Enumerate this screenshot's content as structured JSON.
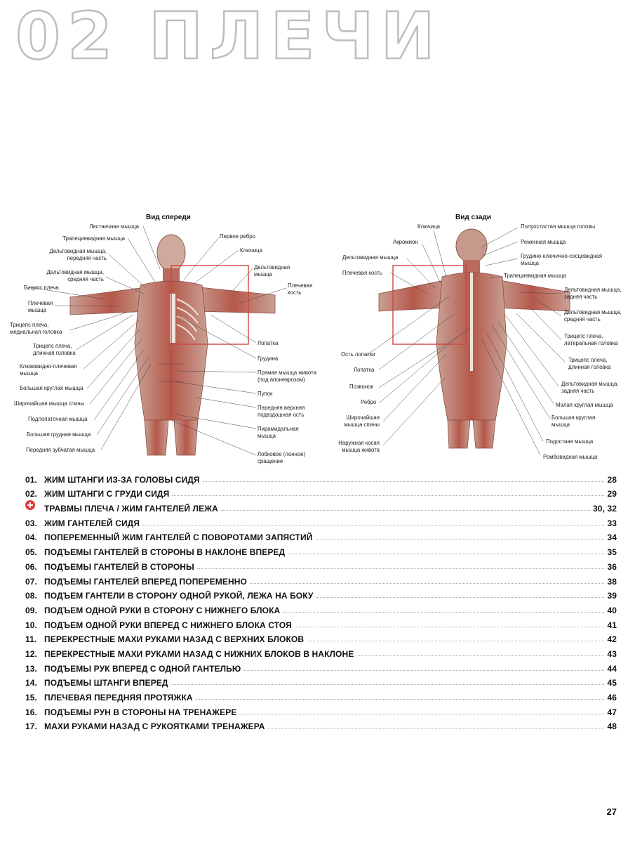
{
  "header": {
    "title": "02 ПЛЕЧИ"
  },
  "front": {
    "heading": "Вид спереди",
    "labels_left": [
      "Лестничная мышца",
      "Трапециевидная мышца",
      "Дельтовидная мышца,\nпередняя часть",
      "Дельтовидная мышца,\nсредняя часть",
      "Бицепс плеча",
      "Плечевая\nмышца",
      "Трицепс плеча,\nмедиальная головка",
      "Трицепс плеча,\nдлинная головка",
      "Клювовидно-плечевая\nмышца",
      "Большая круглая мышца",
      "Широчайшая мышца спины",
      "Подлопаточная мышца",
      "Большая грудная мышца",
      "Передняя зубчатая мышца"
    ],
    "labels_right": [
      "Первое ребро",
      "Ключица",
      "Дельтовидная\nмышца",
      "Плечевая\nкость",
      "Лопатка",
      "Грудина",
      "Прямая мышца живота\n(под апоневрозом)",
      "Пупок",
      "Передняя верхняя\nподвздошная ость",
      "Пирамидальная\nмышца",
      "Лобковое (лонное)\nсращение"
    ]
  },
  "back": {
    "heading": "Вид сзади",
    "labels_left": [
      "Ключица",
      "Акромион",
      "Дельтовидная мышца",
      "Плечевая кость",
      "Ость лопатки",
      "Лопатка",
      "Позвонок",
      "Ребро",
      "Широчайшая\nмышца спины",
      "Наружная косая\nмышца живота"
    ],
    "labels_right": [
      "Полуостистая мышца головы",
      "Ременная мышца",
      "Грудино-ключично-сосцевидная\nмышца",
      "Трапециевидная мышца",
      "Дельтовидная мышца,\nзадняя часть",
      "Дельтовидная мышца,\nсредняя часть",
      "Трицепс плеча,\nлатеральная головка",
      "Трицепс плеча,\nдлинная головка",
      "Дельтовидная мышца,\nзадняя часть",
      "Малая круглая мышца",
      "Большая круглая\nмышца",
      "Подостная мышца",
      "Ромбовидная мышца"
    ]
  },
  "toc": [
    {
      "num": "01.",
      "title": "ЖИМ ШТАНГИ ИЗ-ЗА ГОЛОВЫ СИДЯ",
      "page": "28"
    },
    {
      "num": "02.",
      "title": "ЖИМ ШТАНГИ С ГРУДИ СИДЯ",
      "page": "29"
    },
    {
      "num": "",
      "title": "ТРАВМЫ ПЛЕЧА / ЖИМ ГАНТЕЛЕЙ ЛЕЖА",
      "page": "30, 32",
      "icon": "medical-cross-icon"
    },
    {
      "num": "03.",
      "title": "ЖИМ ГАНТЕЛЕЙ СИДЯ",
      "page": "33"
    },
    {
      "num": "04.",
      "title": "ПОПЕРЕМЕННЫЙ ЖИМ ГАНТЕЛЕЙ С ПОВОРОТАМИ ЗАПЯСТИЙ",
      "page": "34"
    },
    {
      "num": "05.",
      "title": "ПОДЪЕМЫ ГАНТЕЛЕЙ В СТОРОНЫ В НАКЛОНЕ ВПЕРЕД",
      "page": "35"
    },
    {
      "num": "06.",
      "title": "ПОДЪЕМЫ ГАНТЕЛЕЙ В СТОРОНЫ",
      "page": "36"
    },
    {
      "num": "07.",
      "title": "ПОДЪЕМЫ ГАНТЕЛЕЙ ВПЕРЕД ПОПЕРЕМЕННО",
      "page": "38"
    },
    {
      "num": "08.",
      "title": "ПОДЪЕМ ГАНТЕЛИ В СТОРОНУ ОДНОЙ РУКОЙ, ЛЕЖА НА БОКУ",
      "page": "39"
    },
    {
      "num": "09.",
      "title": "ПОДЪЕМ ОДНОЙ РУКИ В СТОРОНУ С НИЖНЕГО БЛОКА",
      "page": "40"
    },
    {
      "num": "10.",
      "title": "ПОДЪЕМ ОДНОЙ РУКИ ВПЕРЕД С НИЖНЕГО БЛОКА СТОЯ",
      "page": "41"
    },
    {
      "num": "11.",
      "title": "ПЕРЕКРЕСТНЫЕ МАХИ РУКАМИ НАЗАД С ВЕРХНИХ БЛОКОВ",
      "page": "42"
    },
    {
      "num": "12.",
      "title": "ПЕРЕКРЕСТНЫЕ МАХИ РУКАМИ НАЗАД С НИЖНИХ БЛОКОВ В НАКЛОНЕ",
      "page": "43"
    },
    {
      "num": "13.",
      "title": "ПОДЪЕМЫ РУК ВПЕРЕД С ОДНОЙ ГАНТЕЛЬЮ",
      "page": "44"
    },
    {
      "num": "14.",
      "title": "ПОДЪЕМЫ ШТАНГИ ВПЕРЕД",
      "page": "45"
    },
    {
      "num": "15.",
      "title": "ПЛЕЧЕВАЯ ПЕРЕДНЯЯ ПРОТЯЖКА",
      "page": "46"
    },
    {
      "num": "16.",
      "title": "ПОДЪЕМЫ РУН В СТОРОНЫ НА ТРЕНАЖЕРЕ",
      "page": "47"
    },
    {
      "num": "17.",
      "title": "МАХИ РУКАМИ НАЗАД С РУКОЯТКАМИ ТРЕНАЖЕРА",
      "page": "48"
    }
  ],
  "footer": {
    "page_number": "27"
  },
  "colors": {
    "muscle": "#b5584a",
    "muscle_light": "#d9a08e",
    "highlight_box": "#d0453b",
    "title_outline": "#bdbdbd",
    "cross": "#e23a3a"
  }
}
